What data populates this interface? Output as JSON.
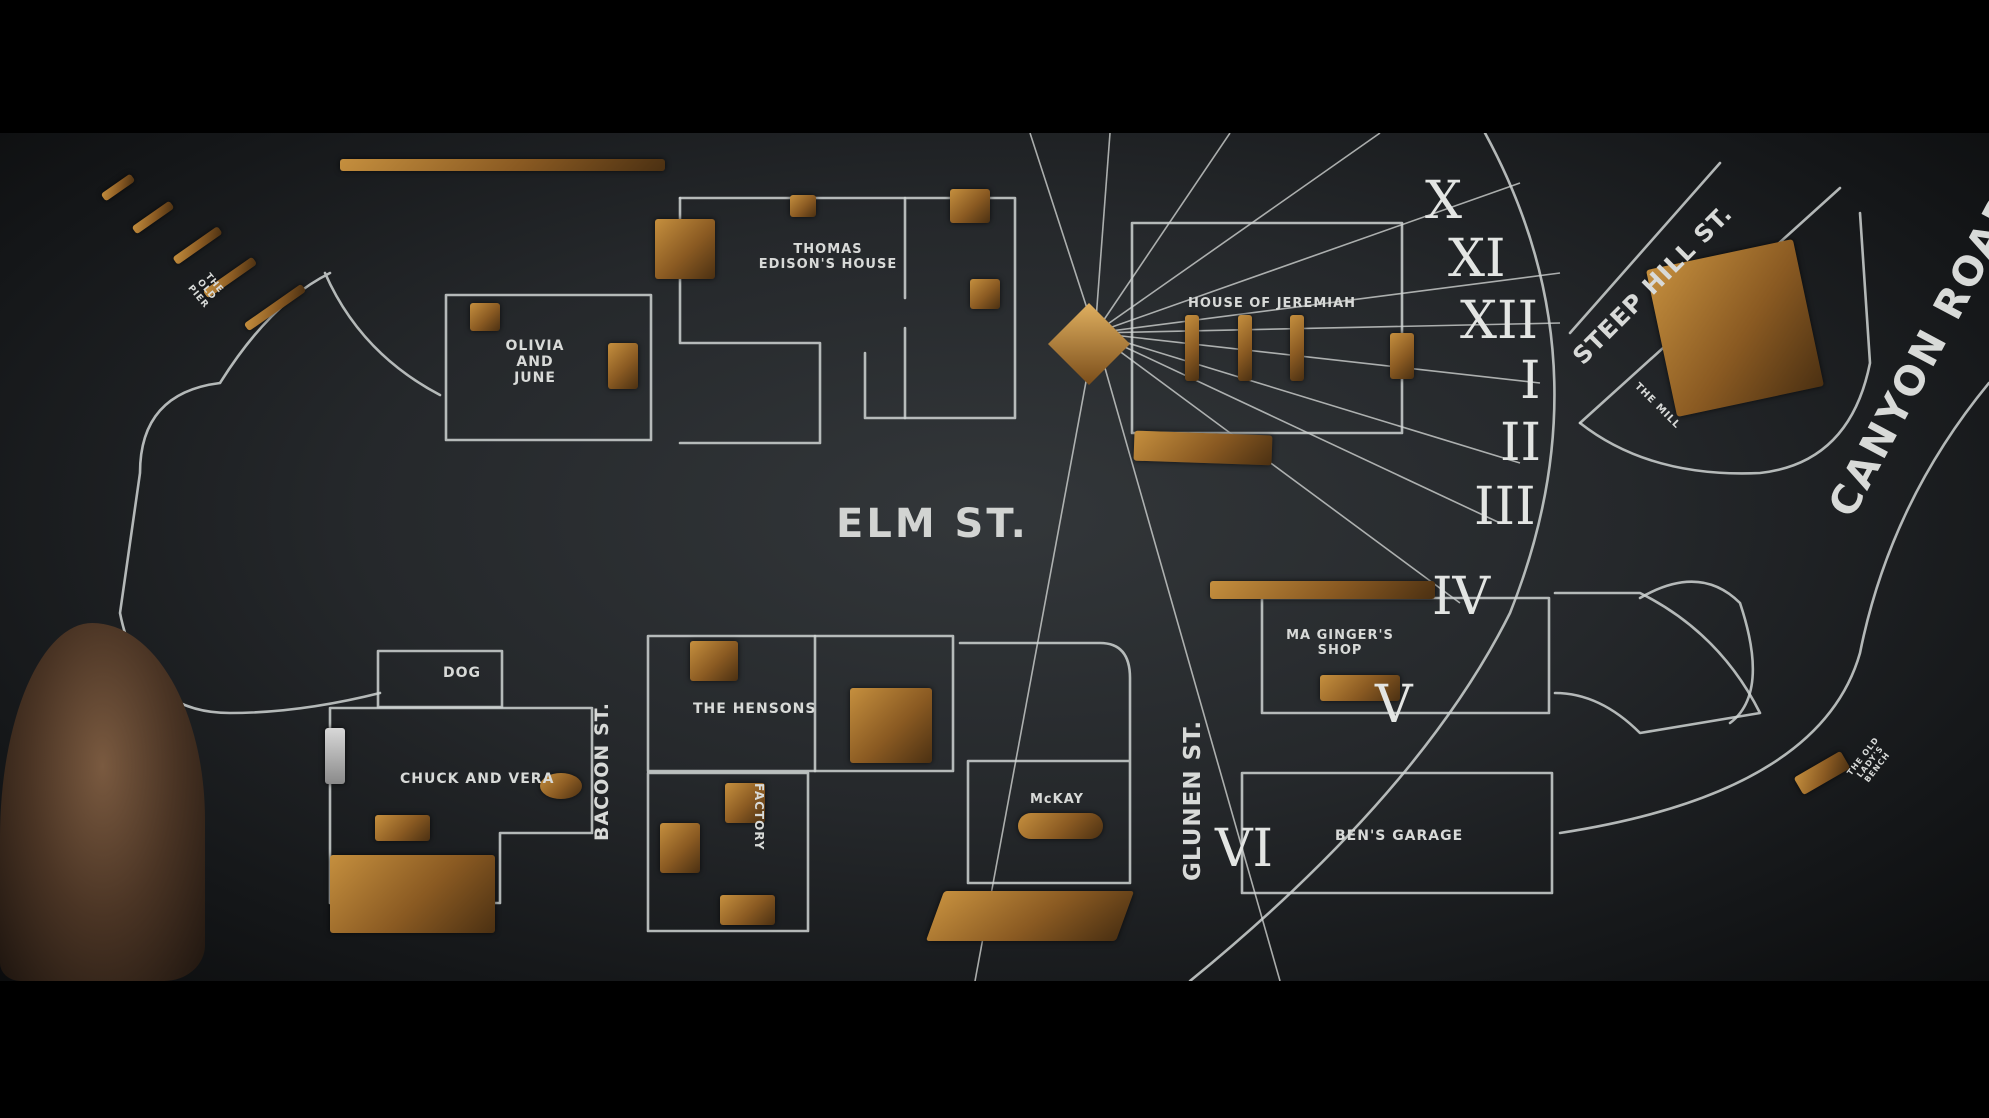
{
  "map": {
    "streets": {
      "elm": "ELM ST.",
      "bacoon": "BACOON ST.",
      "glunen": "GLUNEN ST.",
      "steep_hill": "STEEP HILL ST.",
      "canyon": "CANYON ROAD"
    },
    "buildings": {
      "thomas_edison": "THOMAS EDISON'S HOUSE",
      "olivia_june": "OLIVIA AND JUNE",
      "jeremiah": "HOUSE OF JEREMIAH",
      "hensons": "THE HENSONS",
      "dog": "DOG",
      "chuck_vera": "CHUCK AND VERA",
      "factory": "FACTORY",
      "mckay": "McKAY",
      "ma_ginger": "MA GINGER'S SHOP",
      "bens_garage": "BEN'S GARAGE",
      "the_mill": "THE MILL",
      "old_bench": "THE OLD LADY'S BENCH",
      "old_pier": "THE OLD PIER"
    },
    "numerals": [
      "X",
      "XI",
      "XII",
      "I",
      "II",
      "III",
      "IV",
      "V",
      "VI"
    ]
  }
}
